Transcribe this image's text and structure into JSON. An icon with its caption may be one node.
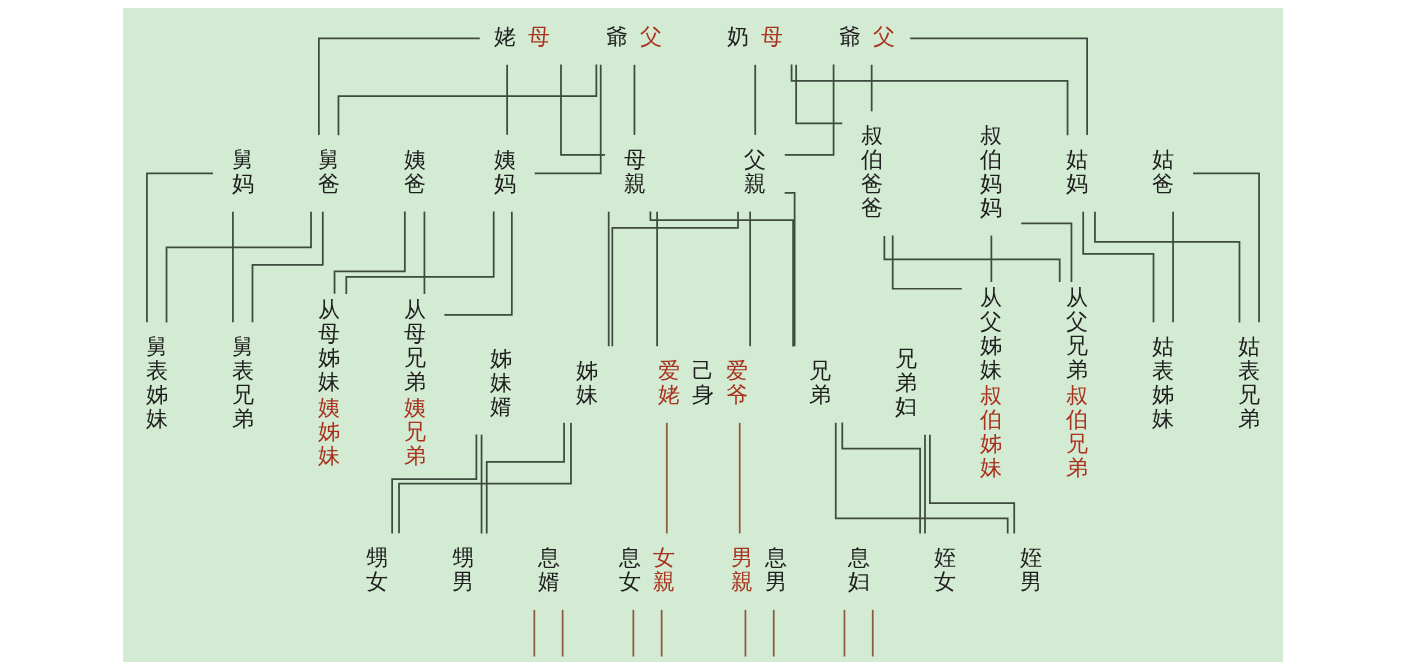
{
  "diagram": {
    "nodes": [
      {
        "text": [
          "姥"
        ],
        "beside": [
          "母"
        ]
      },
      {
        "text": [
          "爺"
        ],
        "beside": [
          "父"
        ]
      },
      {
        "text": [
          "奶"
        ],
        "beside": [
          "母"
        ]
      },
      {
        "text": [
          "爺"
        ],
        "beside": [
          "父"
        ]
      },
      {
        "text": [
          "舅妈"
        ]
      },
      {
        "text": [
          "舅爸"
        ]
      },
      {
        "text": [
          "姨爸"
        ]
      },
      {
        "text": [
          "姨妈"
        ]
      },
      {
        "text": [
          "母親"
        ]
      },
      {
        "text": [
          "父親"
        ]
      },
      {
        "text": [
          "叔伯爸爸"
        ]
      },
      {
        "text": [
          "叔伯妈妈"
        ]
      },
      {
        "text": [
          "姑妈"
        ]
      },
      {
        "text": [
          "姑爸"
        ]
      },
      {
        "text": [
          "舅表姊妹"
        ]
      },
      {
        "text": [
          "舅表兄弟"
        ]
      },
      {
        "text": [
          "从母姊妹"
        ],
        "beside": [
          "姨姊妹"
        ]
      },
      {
        "text": [
          "从母兄弟"
        ],
        "beside": [
          "姨兄弟"
        ]
      },
      {
        "text": [
          "姊妹婿"
        ]
      },
      {
        "text": [
          "姊妹"
        ]
      },
      {
        "text": [
          "己身"
        ],
        "beside": [
          "爱姥",
          "爱爷"
        ]
      },
      {
        "text": [
          "兄弟"
        ]
      },
      {
        "text": [
          "兄弟妇"
        ]
      },
      {
        "text": [
          "从父姊妹"
        ],
        "beside": [
          "叔伯姊妹"
        ]
      },
      {
        "text": [
          "从父兄弟"
        ],
        "beside": [
          "叔伯兄弟"
        ]
      },
      {
        "text": [
          "姑表姊妹"
        ]
      },
      {
        "text": [
          "姑表兄弟"
        ]
      },
      {
        "text": [
          "甥女"
        ]
      },
      {
        "text": [
          "甥男"
        ]
      },
      {
        "text": [
          "息婿"
        ]
      },
      {
        "text": [
          "息女"
        ],
        "beside": [
          "女親"
        ]
      },
      {
        "text": [
          "息男"
        ],
        "beside": [
          "男親"
        ]
      },
      {
        "text": [
          "息妇"
        ]
      },
      {
        "text": [
          "姪女"
        ]
      },
      {
        "text": [
          "姪男"
        ]
      }
    ],
    "edges": [
      {
        "from": 0,
        "to": 5,
        "arrow": "none"
      },
      {
        "from": 0,
        "to": 7,
        "arrow": "none"
      },
      {
        "from": 0,
        "to": 8,
        "arrow": "none"
      },
      {
        "from": 1,
        "to": 5,
        "arrow": "none"
      },
      {
        "from": 1,
        "to": 7,
        "arrow": "none"
      },
      {
        "from": 1,
        "to": 8,
        "arrow": "none"
      },
      {
        "from": 2,
        "to": 9,
        "arrow": "none"
      },
      {
        "from": 2,
        "to": 10,
        "arrow": "none"
      },
      {
        "from": 2,
        "to": 12,
        "arrow": "none"
      },
      {
        "from": 3,
        "to": 9,
        "arrow": "none"
      },
      {
        "from": 3,
        "to": 10,
        "arrow": "none"
      },
      {
        "from": 3,
        "to": 12,
        "arrow": "none"
      },
      {
        "from": 4,
        "to": 14,
        "arrow": "none"
      },
      {
        "from": 4,
        "to": 15,
        "arrow": "none"
      },
      {
        "from": 5,
        "to": 14,
        "arrow": "none"
      },
      {
        "from": 5,
        "to": 15,
        "arrow": "none"
      },
      {
        "from": 6,
        "to": 16,
        "arrow": "none"
      },
      {
        "from": 6,
        "to": 17,
        "arrow": "none"
      },
      {
        "from": 7,
        "to": 16,
        "arrow": "none"
      },
      {
        "from": 7,
        "to": 17,
        "arrow": "none"
      },
      {
        "from": 8,
        "to": 19,
        "arrow": "none"
      },
      {
        "from": 8,
        "to": 20,
        "arrow": "none"
      },
      {
        "from": 8,
        "to": 21,
        "arrow": "none"
      },
      {
        "from": 9,
        "to": 19,
        "arrow": "none"
      },
      {
        "from": 9,
        "to": 20,
        "arrow": "none"
      },
      {
        "from": 9,
        "to": 21,
        "arrow": "none"
      },
      {
        "from": 10,
        "to": 23,
        "arrow": "none"
      },
      {
        "from": 10,
        "to": 24,
        "arrow": "none"
      },
      {
        "from": 11,
        "to": 23,
        "arrow": "none"
      },
      {
        "from": 11,
        "to": 24,
        "arrow": "none"
      },
      {
        "from": 12,
        "to": 25,
        "arrow": "none"
      },
      {
        "from": 12,
        "to": 26,
        "arrow": "none"
      },
      {
        "from": 13,
        "to": 25,
        "arrow": "none"
      },
      {
        "from": 13,
        "to": 26,
        "arrow": "none"
      },
      {
        "from": 18,
        "to": 27,
        "arrow": "none"
      },
      {
        "from": 18,
        "to": 28,
        "arrow": "none"
      },
      {
        "from": 19,
        "to": 27,
        "arrow": "none"
      },
      {
        "from": 19,
        "to": 28,
        "arrow": "none"
      },
      {
        "from": 20,
        "to": 30,
        "arrow": "none",
        "color": "#8b5a3c"
      },
      {
        "from": 20,
        "to": 31,
        "arrow": "none",
        "color": "#8b5a3c"
      },
      {
        "from": 21,
        "to": 33,
        "arrow": "none"
      },
      {
        "from": 21,
        "to": 34,
        "arrow": "none"
      },
      {
        "from": 22,
        "to": 33,
        "arrow": "none"
      },
      {
        "from": 22,
        "to": 34,
        "arrow": "none"
      },
      {
        "from": 29,
        "to": null,
        "arrow": "none",
        "color": "#8b5a3c"
      },
      {
        "from": 29,
        "to": null,
        "arrow": "none",
        "color": "#8b5a3c"
      },
      {
        "from": 30,
        "to": null,
        "arrow": "none",
        "color": "#8b5a3c"
      },
      {
        "from": 30,
        "to": null,
        "arrow": "none",
        "color": "#8b5a3c"
      },
      {
        "from": 31,
        "to": null,
        "arrow": "none",
        "color": "#8b5a3c"
      },
      {
        "from": 31,
        "to": null,
        "arrow": "none",
        "color": "#8b5a3c"
      },
      {
        "from": 32,
        "to": null,
        "arrow": "none",
        "color": "#8b5a3c"
      },
      {
        "from": 32,
        "to": null,
        "arrow": "none",
        "color": "#8b5a3c"
      }
    ]
  }
}
